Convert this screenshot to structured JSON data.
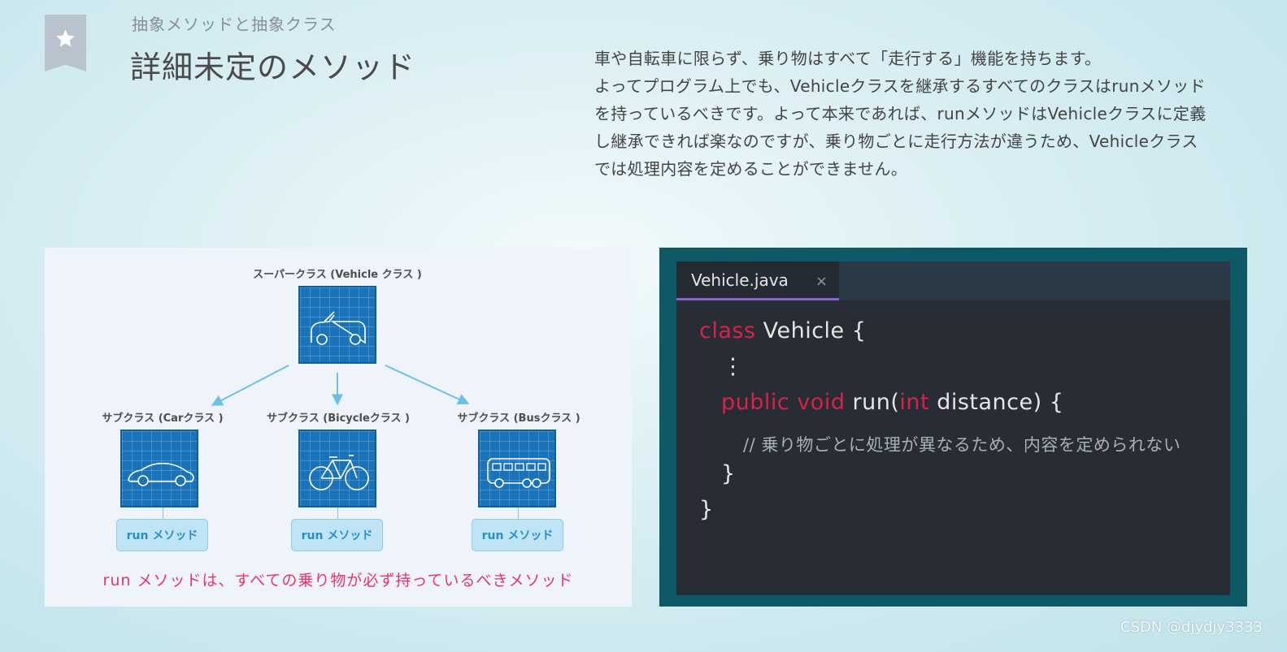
{
  "header": {
    "subtitle": "抽象メソッドと抽象クラス",
    "title": "詳細未定のメソッド"
  },
  "description": {
    "line1": "車や自転車に限らず、乗り物はすべて「走行する」機能を持ちます。",
    "line2": "よってプログラム上でも、Vehicleクラスを継承するすべてのクラスはrunメソッドを持っているべきです。よって本来であれば、runメソッドはVehicleクラスに定義し継承できれば楽なのですが、乗り物ごとに走行方法が違うため、Vehicleクラスでは処理内容を定めることができません。"
  },
  "diagram": {
    "superclass_label": "スーパークラス (Vehicle クラス )",
    "subclasses": [
      {
        "label": "サブクラス (Carクラス )",
        "method": "run メソッド",
        "icon": "car-icon"
      },
      {
        "label": "サブクラス (Bicycleクラス )",
        "method": "run メソッド",
        "icon": "bicycle-icon"
      },
      {
        "label": "サブクラス (Busクラス )",
        "method": "run メソッド",
        "icon": "bus-icon"
      }
    ],
    "caption": "run メソッドは、すべての乗り物が必ず持っているべきメソッド"
  },
  "editor": {
    "tab_name": "Vehicle.java",
    "close_glyph": "×",
    "code": {
      "l1_kw": "class",
      "l1_rest": " Vehicle {",
      "l2": "⋮",
      "l3_kw1": "public void",
      "l3_mid": " run(",
      "l3_kw2": "int",
      "l3_rest": " distance) {",
      "l4_comment": "// 乗り物ごとに処理が異なるため、内容を定められない",
      "l5": "}",
      "l6": "}"
    }
  },
  "watermark": "CSDN @djydjy3333",
  "colors": {
    "accent_pink": "#e8336e",
    "keyword": "#d7224d",
    "tile_blue": "#1a73b8",
    "tab_underline": "#8a63c9"
  }
}
